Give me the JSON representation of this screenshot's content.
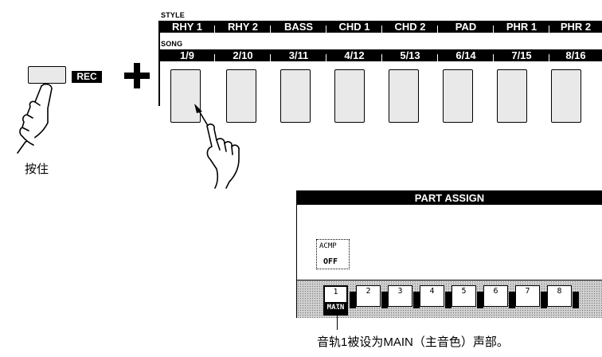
{
  "style_heading": "STYLE",
  "song_heading": "SONG",
  "style_parts": [
    "RHY 1",
    "RHY 2",
    "BASS",
    "CHD 1",
    "CHD 2",
    "PAD",
    "PHR 1",
    "PHR 2"
  ],
  "song_tracks": [
    "1/9",
    "2/10",
    "3/11",
    "4/12",
    "5/13",
    "6/14",
    "7/15",
    "8/16"
  ],
  "rec_label": "REC",
  "hold_label": "按住",
  "display": {
    "title": "PART ASSIGN",
    "acmp_label": "ACMP",
    "acmp_value": "OFF",
    "tracks": [
      "1",
      "2",
      "3",
      "4",
      "5",
      "6",
      "7",
      "8"
    ],
    "track1_tag": "MAIN"
  },
  "caption": "音轨1被设为MAIN（主音色）声部。"
}
